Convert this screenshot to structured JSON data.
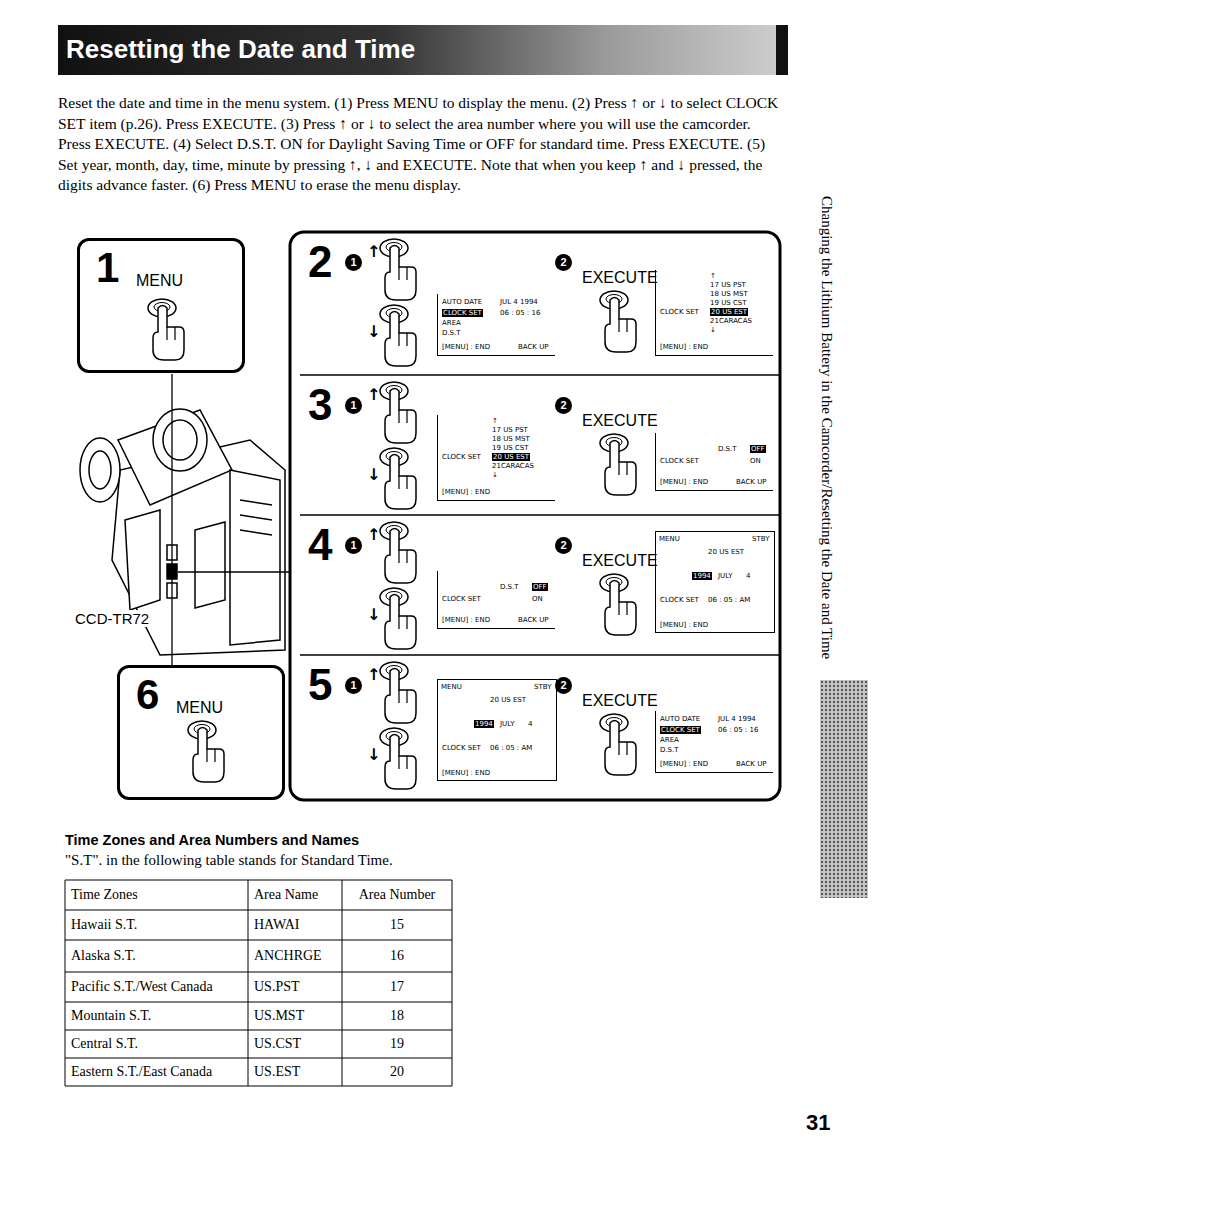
{
  "diagram": {
    "title": "Resetting the Date and Time",
    "nodes": [
      {
        "text": [
          "1",
          "MENU"
        ]
      },
      {
        "text": [
          "2",
          "1",
          "↑",
          "↓",
          "2",
          "EXECUTE"
        ]
      },
      {
        "text": [
          "AUTO DATE",
          "JUL 4 1994",
          "CLOCK SET",
          "06 : 05 : 16",
          "AREA",
          "D.S.T",
          "[MENU] : END",
          "BACK UP"
        ],
        "in": 1
      },
      {
        "text": [
          "↑",
          "17 US PST",
          "18 US MST",
          "19 US CST",
          "CLOCK SET",
          "20 US EST",
          "21CARACAS",
          "↓",
          "[MENU] : END"
        ],
        "in": 1
      },
      {
        "text": [
          "3",
          "1",
          "↑",
          "↓",
          "2",
          "EXECUTE"
        ]
      },
      {
        "text": [
          "↑",
          "17 US PST",
          "18 US MST",
          "19 US CST",
          "CLOCK SET",
          "20 US EST",
          "21CARACAS",
          "↓",
          "[MENU] : END"
        ],
        "in": 4
      },
      {
        "text": [
          "D.S.T",
          "OFF",
          "CLOCK SET",
          "ON",
          "[MENU] : END",
          "BACK UP"
        ],
        "in": 4
      },
      {
        "text": [
          "4",
          "1",
          "↑",
          "↓",
          "2",
          "EXECUTE"
        ]
      },
      {
        "text": [
          "D.S.T",
          "OFF",
          "CLOCK SET",
          "ON",
          "[MENU] : END",
          "BACK UP"
        ],
        "in": 7
      },
      {
        "text": [
          "MENU",
          "STBY",
          "20 US EST",
          "1994",
          "JULY",
          "4",
          "CLOCK SET",
          "06 : 05 : AM",
          "[MENU] : END"
        ],
        "in": 7
      },
      {
        "text": [
          "5",
          "1",
          "↑",
          "↓",
          "2",
          "EXECUTE"
        ]
      },
      {
        "text": [
          "MENU",
          "STBY",
          "20 US EST",
          "1994",
          "JULY",
          "4",
          "CLOCK SET",
          "06 : 05 : AM",
          "[MENU] : END"
        ],
        "in": 10
      },
      {
        "text": [
          "AUTO DATE",
          "JUL 4 1994",
          "CLOCK SET",
          "06 : 05 : 16",
          "AREA",
          "D.S.T",
          "[MENU] : END",
          "BACK UP"
        ],
        "in": 10
      },
      {
        "text": [
          "6",
          "MENU"
        ]
      }
    ],
    "labels": [
      "Reset the date and time in the menu system. (1) Press MENU to display the menu. (2) Press ↑ or ↓ to select CLOCK SET item (p.26). Press EXECUTE. (3) Press ↑ or ↓ to select the area number where you will use the camcorder. Press EXECUTE. (4) Select D.S.T. ON for Daylight Saving Time or OFF for standard time. Press EXECUTE. (5) Set year, month, day, time, minute by pressing ↑, ↓ and EXECUTE. Note that when you keep ↑ and ↓ pressed, the digits advance faster. (6) Press MENU to erase the menu display.",
      "Changing the Lithium Battery in the Camcorder/Resetting the Date and Time",
      "CCD-TR72",
      "Time Zones and Area Numbers and Names",
      "\"S.T\". in the following table stands for Standard Time.",
      "Time Zones",
      "Area Name",
      "Area Number",
      "Hawaii S.T.",
      "HAWAI",
      "15",
      "Alaska S.T.",
      "ANCHRGE",
      "16",
      "Pacific S.T./West Canada",
      "US.PST",
      "17",
      "Mountain S.T.",
      "US.MST",
      "18",
      "Central S.T.",
      "US.CST",
      "19",
      "Eastern S.T./East Canada",
      "US.EST",
      "20",
      "31"
    ]
  }
}
